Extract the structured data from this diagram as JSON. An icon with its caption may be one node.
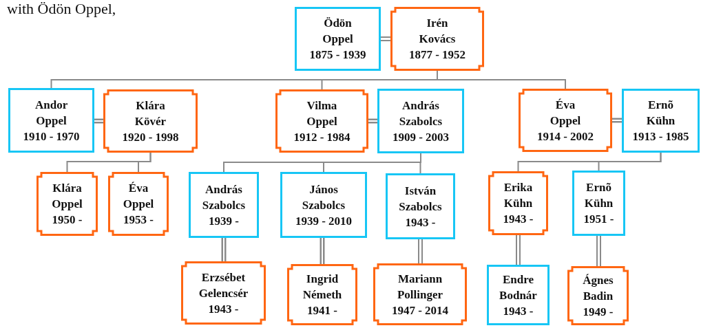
{
  "diagram": {
    "nodes": [
      {
        "text": [
          "Ödön Oppel",
          "1875 - 1939"
        ]
      },
      {
        "text": [
          "Irén Kovács",
          "1877 - 1952"
        ]
      },
      {
        "text": [
          "Andor Oppel",
          "1910 - 1970"
        ]
      },
      {
        "text": [
          "Klára Kövér",
          "1920 - 1998"
        ]
      },
      {
        "text": [
          "Vilma Oppel",
          "1912 - 1984"
        ]
      },
      {
        "text": [
          "András Szabolcs",
          "1909 - 2003"
        ]
      },
      {
        "text": [
          "Éva Oppel",
          "1914 - 2002"
        ]
      },
      {
        "text": [
          "Ernõ Kühn",
          "1913 - 1985"
        ]
      },
      {
        "text": [
          "Klára Oppel",
          "1950 -"
        ]
      },
      {
        "text": [
          "Éva Oppel",
          "1953 -"
        ]
      },
      {
        "text": [
          "András Szabolcs",
          "1939 -"
        ]
      },
      {
        "text": [
          "János Szabolcs",
          "1939 - 2010"
        ]
      },
      {
        "text": [
          "István Szabolcs",
          "1943 -"
        ]
      },
      {
        "text": [
          "Erika Kühn",
          "1943 -"
        ]
      },
      {
        "text": [
          "Ernõ Kühn",
          "1951 -"
        ]
      },
      {
        "text": [
          "Erzsébet Gelencsér",
          "1943 -"
        ]
      },
      {
        "text": [
          "Ingrid Németh",
          "1941 -"
        ]
      },
      {
        "text": [
          "Mariann Pollinger",
          "1947 - 2014"
        ]
      },
      {
        "text": [
          "Endre Bodnár",
          "1943 -"
        ]
      },
      {
        "text": [
          "Ágnes Badin",
          "1949 -"
        ]
      }
    ],
    "edges": [
      {
        "from": 0,
        "to": 1,
        "arrow": "none",
        "style": "thick"
      },
      {
        "from": 1,
        "to": 2,
        "arrow": "none"
      },
      {
        "from": 1,
        "to": 4,
        "arrow": "none"
      },
      {
        "from": 1,
        "to": 6,
        "arrow": "none"
      },
      {
        "from": 2,
        "to": 3,
        "arrow": "none",
        "style": "thick"
      },
      {
        "from": 4,
        "to": 5,
        "arrow": "none",
        "style": "thick"
      },
      {
        "from": 6,
        "to": 7,
        "arrow": "none",
        "style": "thick"
      },
      {
        "from": 3,
        "to": 8,
        "arrow": "none"
      },
      {
        "from": 3,
        "to": 9,
        "arrow": "none"
      },
      {
        "from": 5,
        "to": 10,
        "arrow": "none"
      },
      {
        "from": 5,
        "to": 11,
        "arrow": "none"
      },
      {
        "from": 5,
        "to": 12,
        "arrow": "none"
      },
      {
        "from": 7,
        "to": 13,
        "arrow": "none"
      },
      {
        "from": 7,
        "to": 14,
        "arrow": "none"
      },
      {
        "from": 10,
        "to": 15,
        "arrow": "none",
        "style": "thick"
      },
      {
        "from": 11,
        "to": 16,
        "arrow": "none",
        "style": "thick"
      },
      {
        "from": 12,
        "to": 17,
        "arrow": "none",
        "style": "thick"
      },
      {
        "from": 13,
        "to": 18,
        "arrow": "none",
        "style": "thick"
      },
      {
        "from": 14,
        "to": 19,
        "arrow": "none",
        "style": "thick"
      }
    ],
    "labels": [
      "with Ödön Oppel,"
    ]
  }
}
